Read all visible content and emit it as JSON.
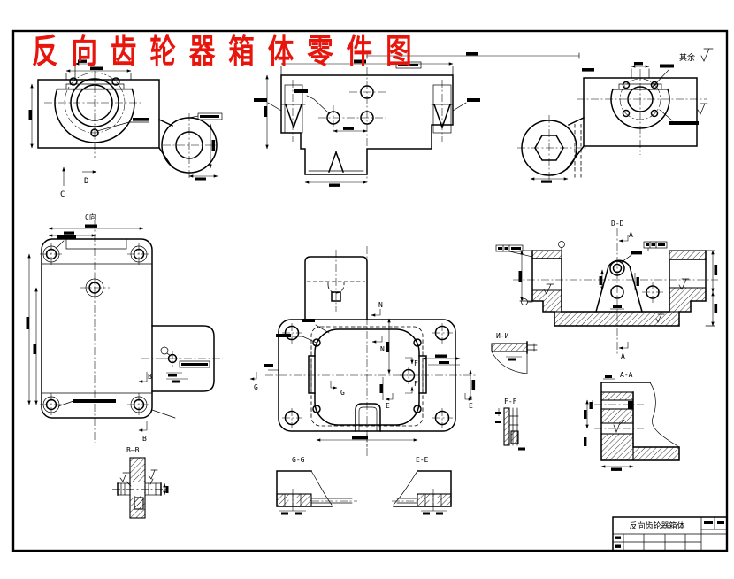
{
  "drawing_title": "反 向 齿 轮 器 箱 体 零 件 图",
  "sheet": {
    "surplus_note": "其余"
  },
  "letters": {
    "A": "A",
    "B": "B",
    "C": "C",
    "D": "D",
    "E": "E",
    "F": "F",
    "G": "G",
    "N": "N"
  },
  "sections": {
    "c_view": "C向",
    "dd": "D-D",
    "aa": "A-A",
    "bb": "B—B",
    "gg": "G-G",
    "ee": "E-E",
    "ff": "F-F",
    "ii": "И-И"
  },
  "title_block": {
    "part_name": "反向齿轮器箱体"
  },
  "colors": {
    "title_red": "#e8150d",
    "line": "#000000",
    "paper": "#ffffff"
  }
}
